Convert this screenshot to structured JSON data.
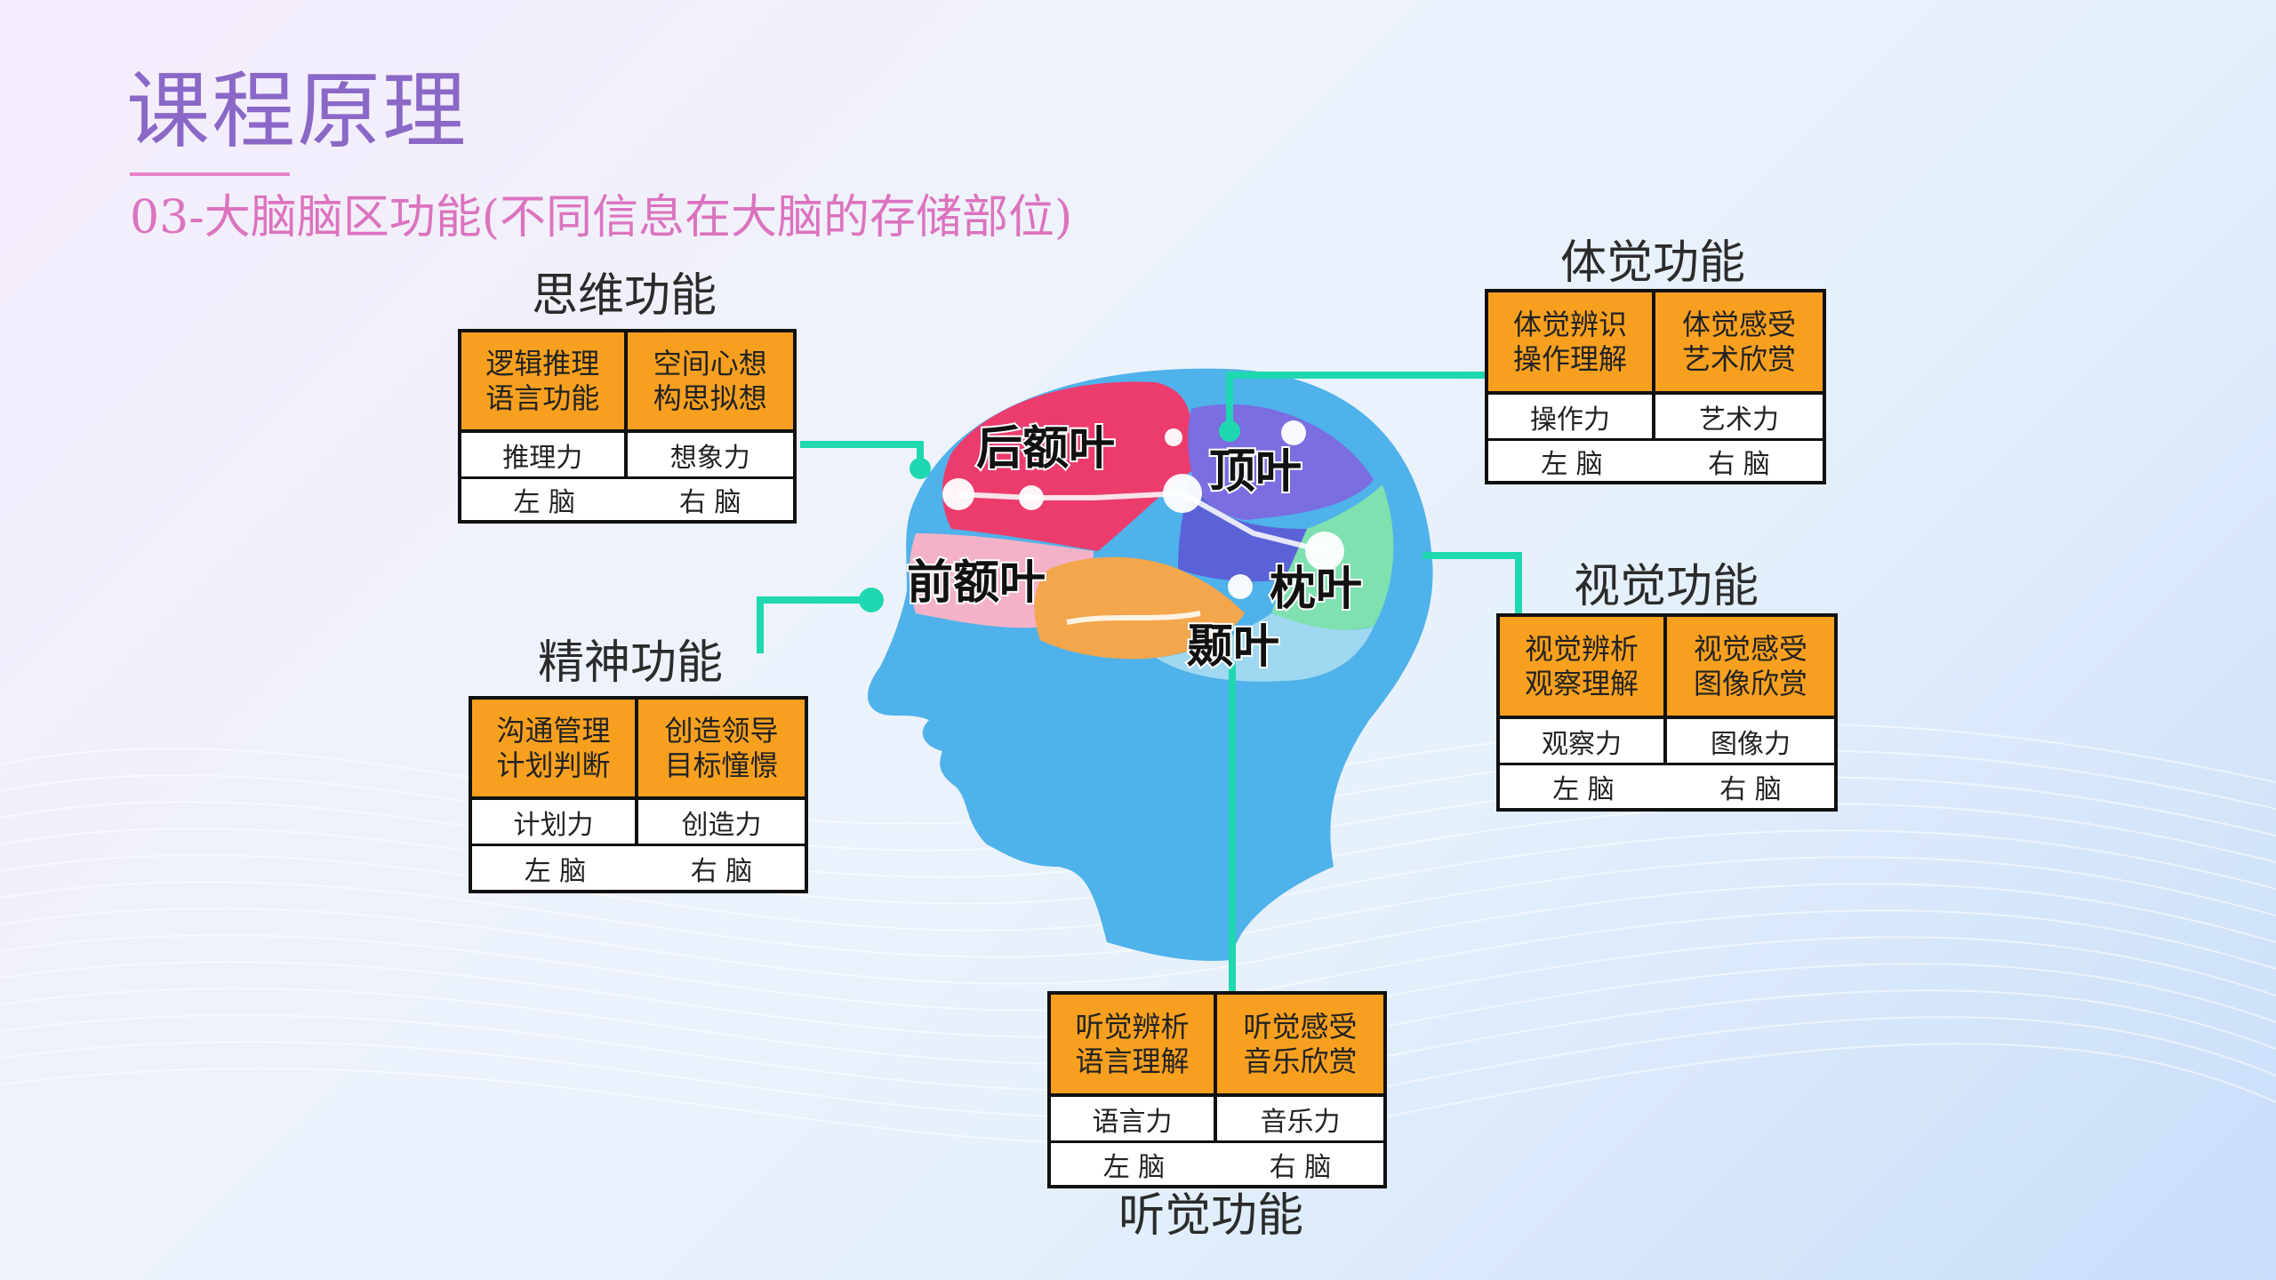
{
  "header": {
    "title": "课程原理",
    "subtitle": "03-大脑脑区功能(不同信息在大脑的存储部位)"
  },
  "lobes": {
    "posterior_frontal": "后额叶",
    "parietal": "顶叶",
    "prefrontal": "前额叶",
    "occipital": "枕叶",
    "temporal": "颞叶"
  },
  "groups": {
    "thinking": {
      "title": "思维功能",
      "left_function": "逻辑推理\n语言功能",
      "right_function": "空间心想\n构思拟想",
      "left_ability": "推理力",
      "right_ability": "想象力",
      "left_brain": "左 脑",
      "right_brain": "右 脑"
    },
    "mental": {
      "title": "精神功能",
      "left_function": "沟通管理\n计划判断",
      "right_function": "创造领导\n目标憧憬",
      "left_ability": "计划力",
      "right_ability": "创造力",
      "left_brain": "左 脑",
      "right_brain": "右 脑"
    },
    "somatosensory": {
      "title": "体觉功能",
      "left_function": "体觉辨识\n操作理解",
      "right_function": "体觉感受\n艺术欣赏",
      "left_ability": "操作力",
      "right_ability": "艺术力",
      "left_brain": "左 脑",
      "right_brain": "右 脑"
    },
    "visual": {
      "title": "视觉功能",
      "left_function": "视觉辨析\n观察理解",
      "right_function": "视觉感受\n图像欣赏",
      "left_ability": "观察力",
      "right_ability": "图像力",
      "left_brain": "左 脑",
      "right_brain": "右 脑"
    },
    "auditory": {
      "title": "听觉功能",
      "left_function": "听觉辨析\n语言理解",
      "right_function": "听觉感受\n音乐欣赏",
      "left_ability": "语言力",
      "right_ability": "音乐力",
      "left_brain": "左 脑",
      "right_brain": "右 脑"
    }
  },
  "colors": {
    "title": "#8a68c8",
    "subtitle": "#dc73bf",
    "function_cell": "#f7a020",
    "connector": "#1fd8b0",
    "head": "#4fb2ea"
  }
}
